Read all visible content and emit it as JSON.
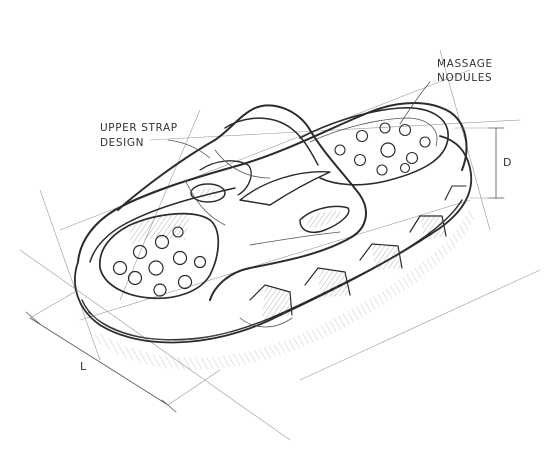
{
  "annotations": {
    "upper_strap_line1": "UPPER STRAP",
    "upper_strap_line2": "DESIGN",
    "massage_line1": "MASSAGE",
    "massage_line2": "NODULES"
  },
  "dimensions": {
    "length_label": "L",
    "depth_label": "D"
  },
  "colors": {
    "ink": "#2b2b2b",
    "paper": "#ffffff"
  }
}
